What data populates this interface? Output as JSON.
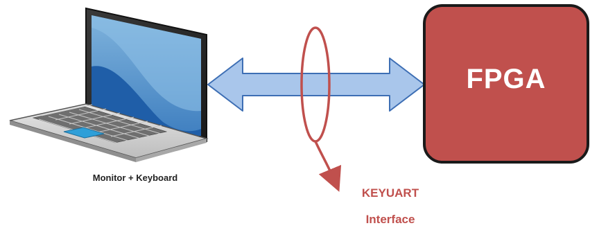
{
  "laptop": {
    "label": "Monitor + Keyboard"
  },
  "fpga": {
    "label": "FPGA",
    "fill_color": "#c0504d",
    "border_color": "#1a1a1a"
  },
  "link": {
    "arrow_color": "#a9c6eb",
    "arrow_border_color": "#3d6eb4",
    "marker_color": "#c0504d"
  },
  "interface": {
    "line1": "KEYUART",
    "line2": "Interface"
  }
}
